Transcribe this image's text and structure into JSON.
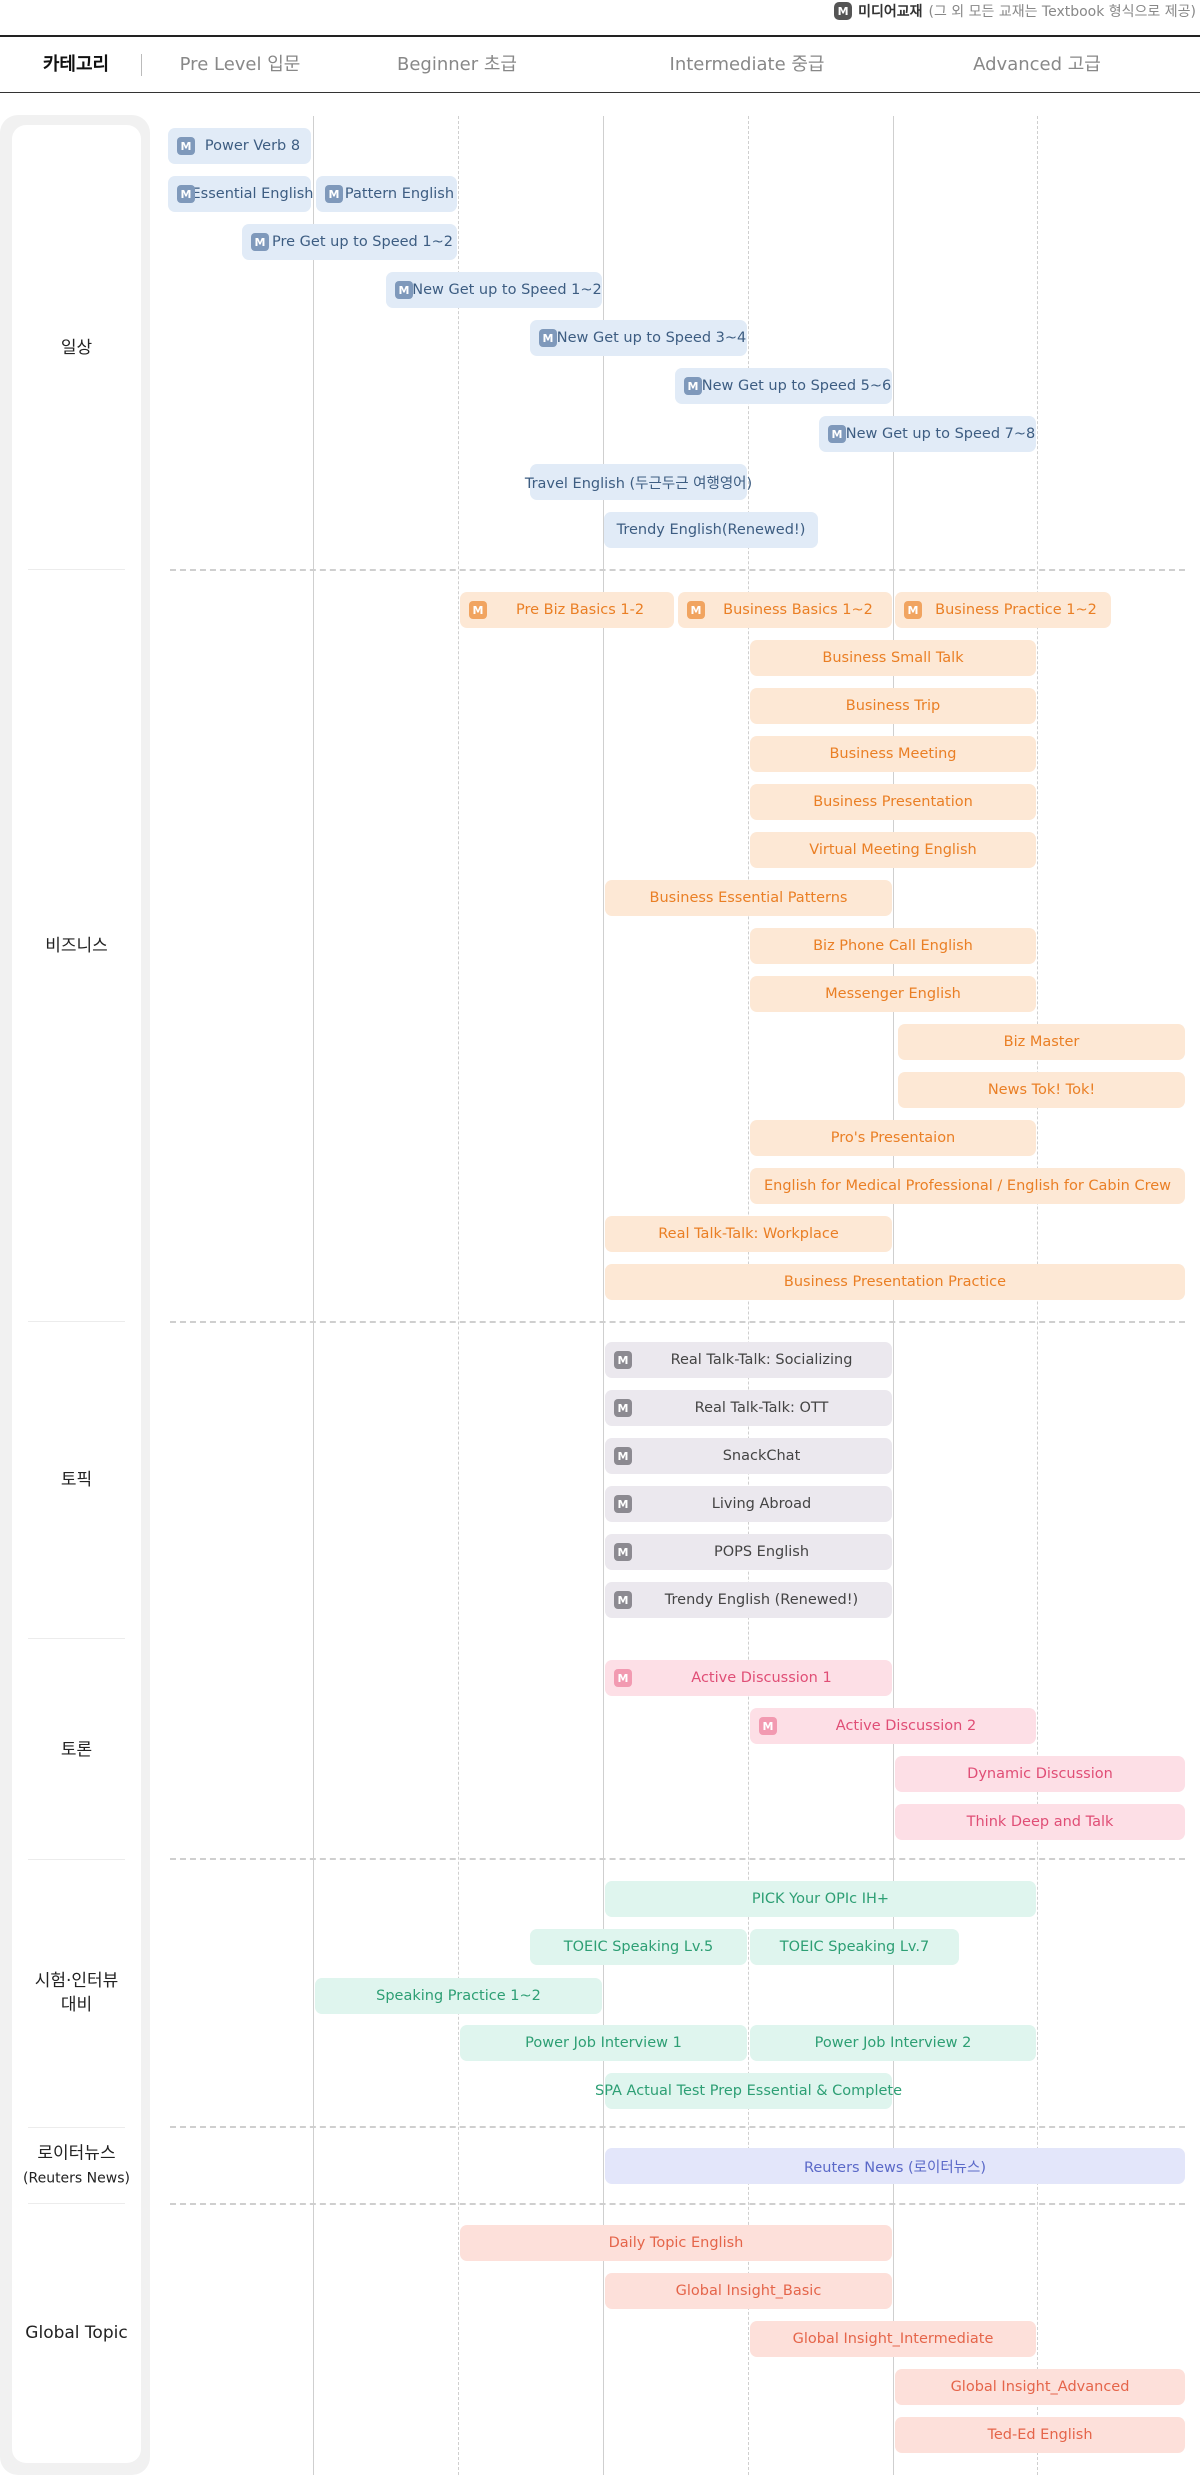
{
  "legend": {
    "badge": "M",
    "label": "미디어교재",
    "note": "(그 외 모든 교재는 Textbook 형식으로 제공)"
  },
  "header": {
    "category": "카테고리",
    "levels": [
      "Pre Level 입문",
      "Beginner 초급",
      "Intermediate 중급",
      "Advanced 고급"
    ]
  },
  "media_badge": "M",
  "colors": {
    "daily": "#e1ebf7",
    "business": "#fde8d5",
    "topic": "#ebe8ee",
    "discussion": "#fddfe6",
    "exam": "#dff5ee",
    "reuters": "#e3e6fa",
    "global": "#fde0da"
  },
  "categories": [
    {
      "label": "일상",
      "sub": ""
    },
    {
      "label": "비즈니스",
      "sub": ""
    },
    {
      "label": "토픽",
      "sub": ""
    },
    {
      "label": "토론",
      "sub": ""
    },
    {
      "label": "시험·인터뷰 대비",
      "sub": ""
    },
    {
      "label": "로이터뉴스",
      "sub": "(Reuters News)"
    },
    {
      "label": "Global Topic",
      "sub": ""
    }
  ],
  "courses": [
    {
      "name": "Power Verb 8",
      "media": true
    },
    {
      "name": "Essential English",
      "media": true
    },
    {
      "name": "Pattern English",
      "media": true
    },
    {
      "name": "Pre Get up to Speed 1~2",
      "media": true
    },
    {
      "name": "New Get up to Speed 1~2",
      "media": true
    },
    {
      "name": "New Get up to Speed 3~4",
      "media": true
    },
    {
      "name": "New Get up to Speed 5~6",
      "media": true
    },
    {
      "name": "New Get up to Speed 7~8",
      "media": true
    },
    {
      "name": "Travel English (두근두근 여행영어)",
      "media": false
    },
    {
      "name": "Trendy English(Renewed!)",
      "media": false
    },
    {
      "name": "Pre Biz Basics 1-2",
      "media": true
    },
    {
      "name": "Business Basics 1~2",
      "media": true
    },
    {
      "name": "Business Practice 1~2",
      "media": true
    },
    {
      "name": "Business Small Talk",
      "media": false
    },
    {
      "name": "Business Trip",
      "media": false
    },
    {
      "name": "Business Meeting",
      "media": false
    },
    {
      "name": "Business Presentation",
      "media": false
    },
    {
      "name": "Virtual Meeting English",
      "media": false
    },
    {
      "name": "Business Essential Patterns",
      "media": false
    },
    {
      "name": "Biz Phone Call English",
      "media": false
    },
    {
      "name": "Messenger English",
      "media": false
    },
    {
      "name": "Biz Master",
      "media": false
    },
    {
      "name": "News Tok! Tok!",
      "media": false
    },
    {
      "name": "Pro's Presentaion",
      "media": false
    },
    {
      "name": "English for Medical Professional / English for Cabin Crew",
      "media": false
    },
    {
      "name": "Real Talk-Talk: Workplace",
      "media": false
    },
    {
      "name": "Business Presentation Practice",
      "media": false
    },
    {
      "name": "Real Talk-Talk: Socializing",
      "media": true
    },
    {
      "name": "Real Talk-Talk: OTT",
      "media": true
    },
    {
      "name": "SnackChat",
      "media": true
    },
    {
      "name": "Living Abroad",
      "media": true
    },
    {
      "name": "POPS English",
      "media": true
    },
    {
      "name": "Trendy English (Renewed!)",
      "media": true
    },
    {
      "name": "Active Discussion 1",
      "media": true
    },
    {
      "name": "Active Discussion 2",
      "media": true
    },
    {
      "name": "Dynamic Discussion",
      "media": false
    },
    {
      "name": "Think Deep and Talk",
      "media": false
    },
    {
      "name": "PICK Your OPIc IH+",
      "media": false
    },
    {
      "name": "TOEIC Speaking Lv.5",
      "media": false
    },
    {
      "name": "TOEIC Speaking Lv.7",
      "media": false
    },
    {
      "name": "Speaking Practice 1~2",
      "media": false
    },
    {
      "name": "Power Job Interview 1",
      "media": false
    },
    {
      "name": "Power Job Interview 2",
      "media": false
    },
    {
      "name": "SPA Actual Test Prep Essential & Complete",
      "media": false
    },
    {
      "name": "Reuters News (로이터뉴스)",
      "media": false
    },
    {
      "name": "Daily Topic English",
      "media": false
    },
    {
      "name": "Global Insight_Basic",
      "media": false
    },
    {
      "name": "Global Insight_Intermediate",
      "media": false
    },
    {
      "name": "Global Insight_Advanced",
      "media": false
    },
    {
      "name": "Ted-Ed English",
      "media": false
    }
  ]
}
